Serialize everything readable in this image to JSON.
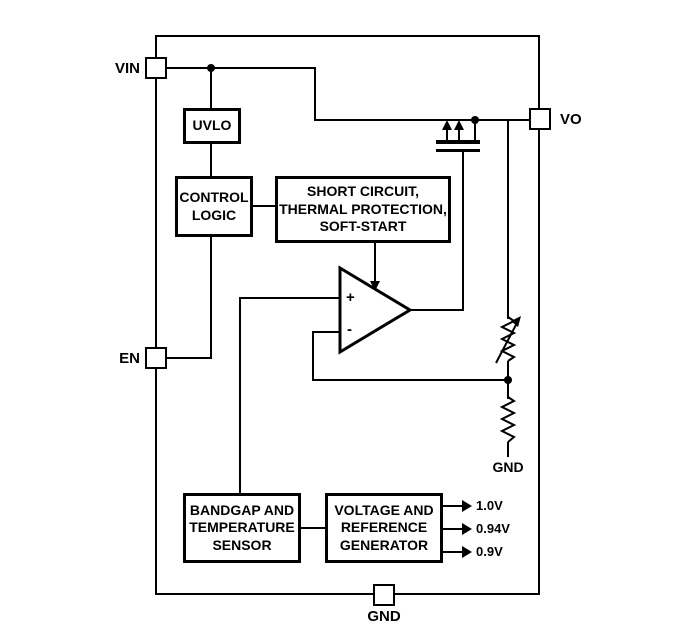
{
  "diagram": {
    "pins": {
      "vin": "VIN",
      "en": "EN",
      "vo": "VO",
      "gnd": "GND"
    },
    "blocks": {
      "uvlo": "UVLO",
      "control_logic": "CONTROL\nLOGIC",
      "protection": "SHORT CIRCUIT,\nTHERMAL PROTECTION,\nSOFT-START",
      "bandgap": "BANDGAP AND\nTEMPERATURE\nSENSOR",
      "reference": "VOLTAGE AND\nREFERENCE\nGENERATOR"
    },
    "error_amp": {
      "noninverting": "+",
      "inverting": "-"
    },
    "net_labels": {
      "divider_gnd": "GND"
    },
    "reference_outputs": [
      "1.0V",
      "0.94V",
      "0.9V"
    ],
    "colors": {
      "line": "#000000",
      "background": "#ffffff"
    }
  }
}
